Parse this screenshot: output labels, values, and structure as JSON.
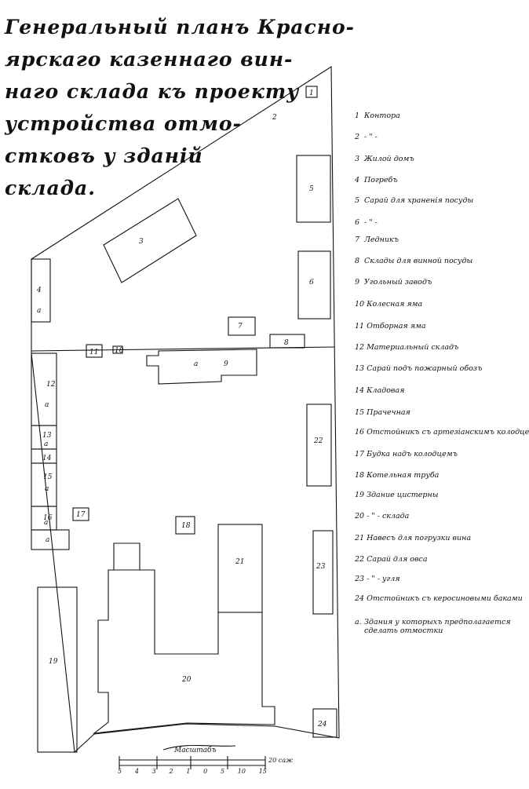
{
  "title_lines": [
    "Генеральный планъ Красно-",
    "ярскаго казеннаго вин-",
    "наго склада къ проекту",
    "устройства отмо-",
    "стковъ у зданій",
    "склада."
  ],
  "legend": [
    {
      "n": "1",
      "t": "Контора"
    },
    {
      "n": "2",
      "t": "-  \"  -"
    },
    {
      "n": "3",
      "t": "Жилой домъ"
    },
    {
      "n": "4",
      "t": "Погребъ"
    },
    {
      "n": "5",
      "t": "Сарай для храненія посуды"
    },
    {
      "n": "6",
      "t": "-  \"  -"
    },
    {
      "n": "7",
      "t": "Ледникъ"
    },
    {
      "n": "8",
      "t": "Склады для винной посуды"
    },
    {
      "n": "9",
      "t": "Угольный заводъ"
    },
    {
      "n": "10",
      "t": "Колесная яма"
    },
    {
      "n": "11",
      "t": "Отборная яма"
    },
    {
      "n": "12",
      "t": "Материальный складъ"
    },
    {
      "n": "13",
      "t": "Сарай подъ пожарный обозъ"
    },
    {
      "n": "14",
      "t": "Кладовая"
    },
    {
      "n": "15",
      "t": "Прачечная"
    },
    {
      "n": "16",
      "t": "Отстойникъ съ артезіанскимъ колодцемъ"
    },
    {
      "n": "17",
      "t": "Будка надъ колодцемъ"
    },
    {
      "n": "18",
      "t": "Котельная труба"
    },
    {
      "n": "19",
      "t": "Здание цистерны"
    },
    {
      "n": "20",
      "t": "-  \"  -  склада"
    },
    {
      "n": "21",
      "t": "Навесъ для погрузки вина"
    },
    {
      "n": "22",
      "t": "Сарай для овса"
    },
    {
      "n": "23",
      "t": "-  \"  -  угля"
    },
    {
      "n": "24",
      "t": "Отстойникъ съ керосиновыми баками"
    },
    {
      "n": "а.",
      "t": "Здания у которыхъ предполагается сделать отмостки"
    }
  ],
  "building_labels": [
    "1",
    "2",
    "3",
    "4",
    "5",
    "6",
    "7",
    "8",
    "9",
    "10",
    "11",
    "12",
    "13",
    "14",
    "15",
    "16",
    "17",
    "18",
    "19",
    "20",
    "21",
    "22",
    "23",
    "24"
  ],
  "marks": {
    "a": "а"
  },
  "scale": {
    "label": "Масштабъ",
    "ticks": [
      "5",
      "4",
      "3",
      "2",
      "1",
      "0",
      "5",
      "10",
      "15"
    ],
    "end": "20 саж"
  },
  "colors": {
    "ink": "#111111",
    "paper": "#ffffff"
  }
}
